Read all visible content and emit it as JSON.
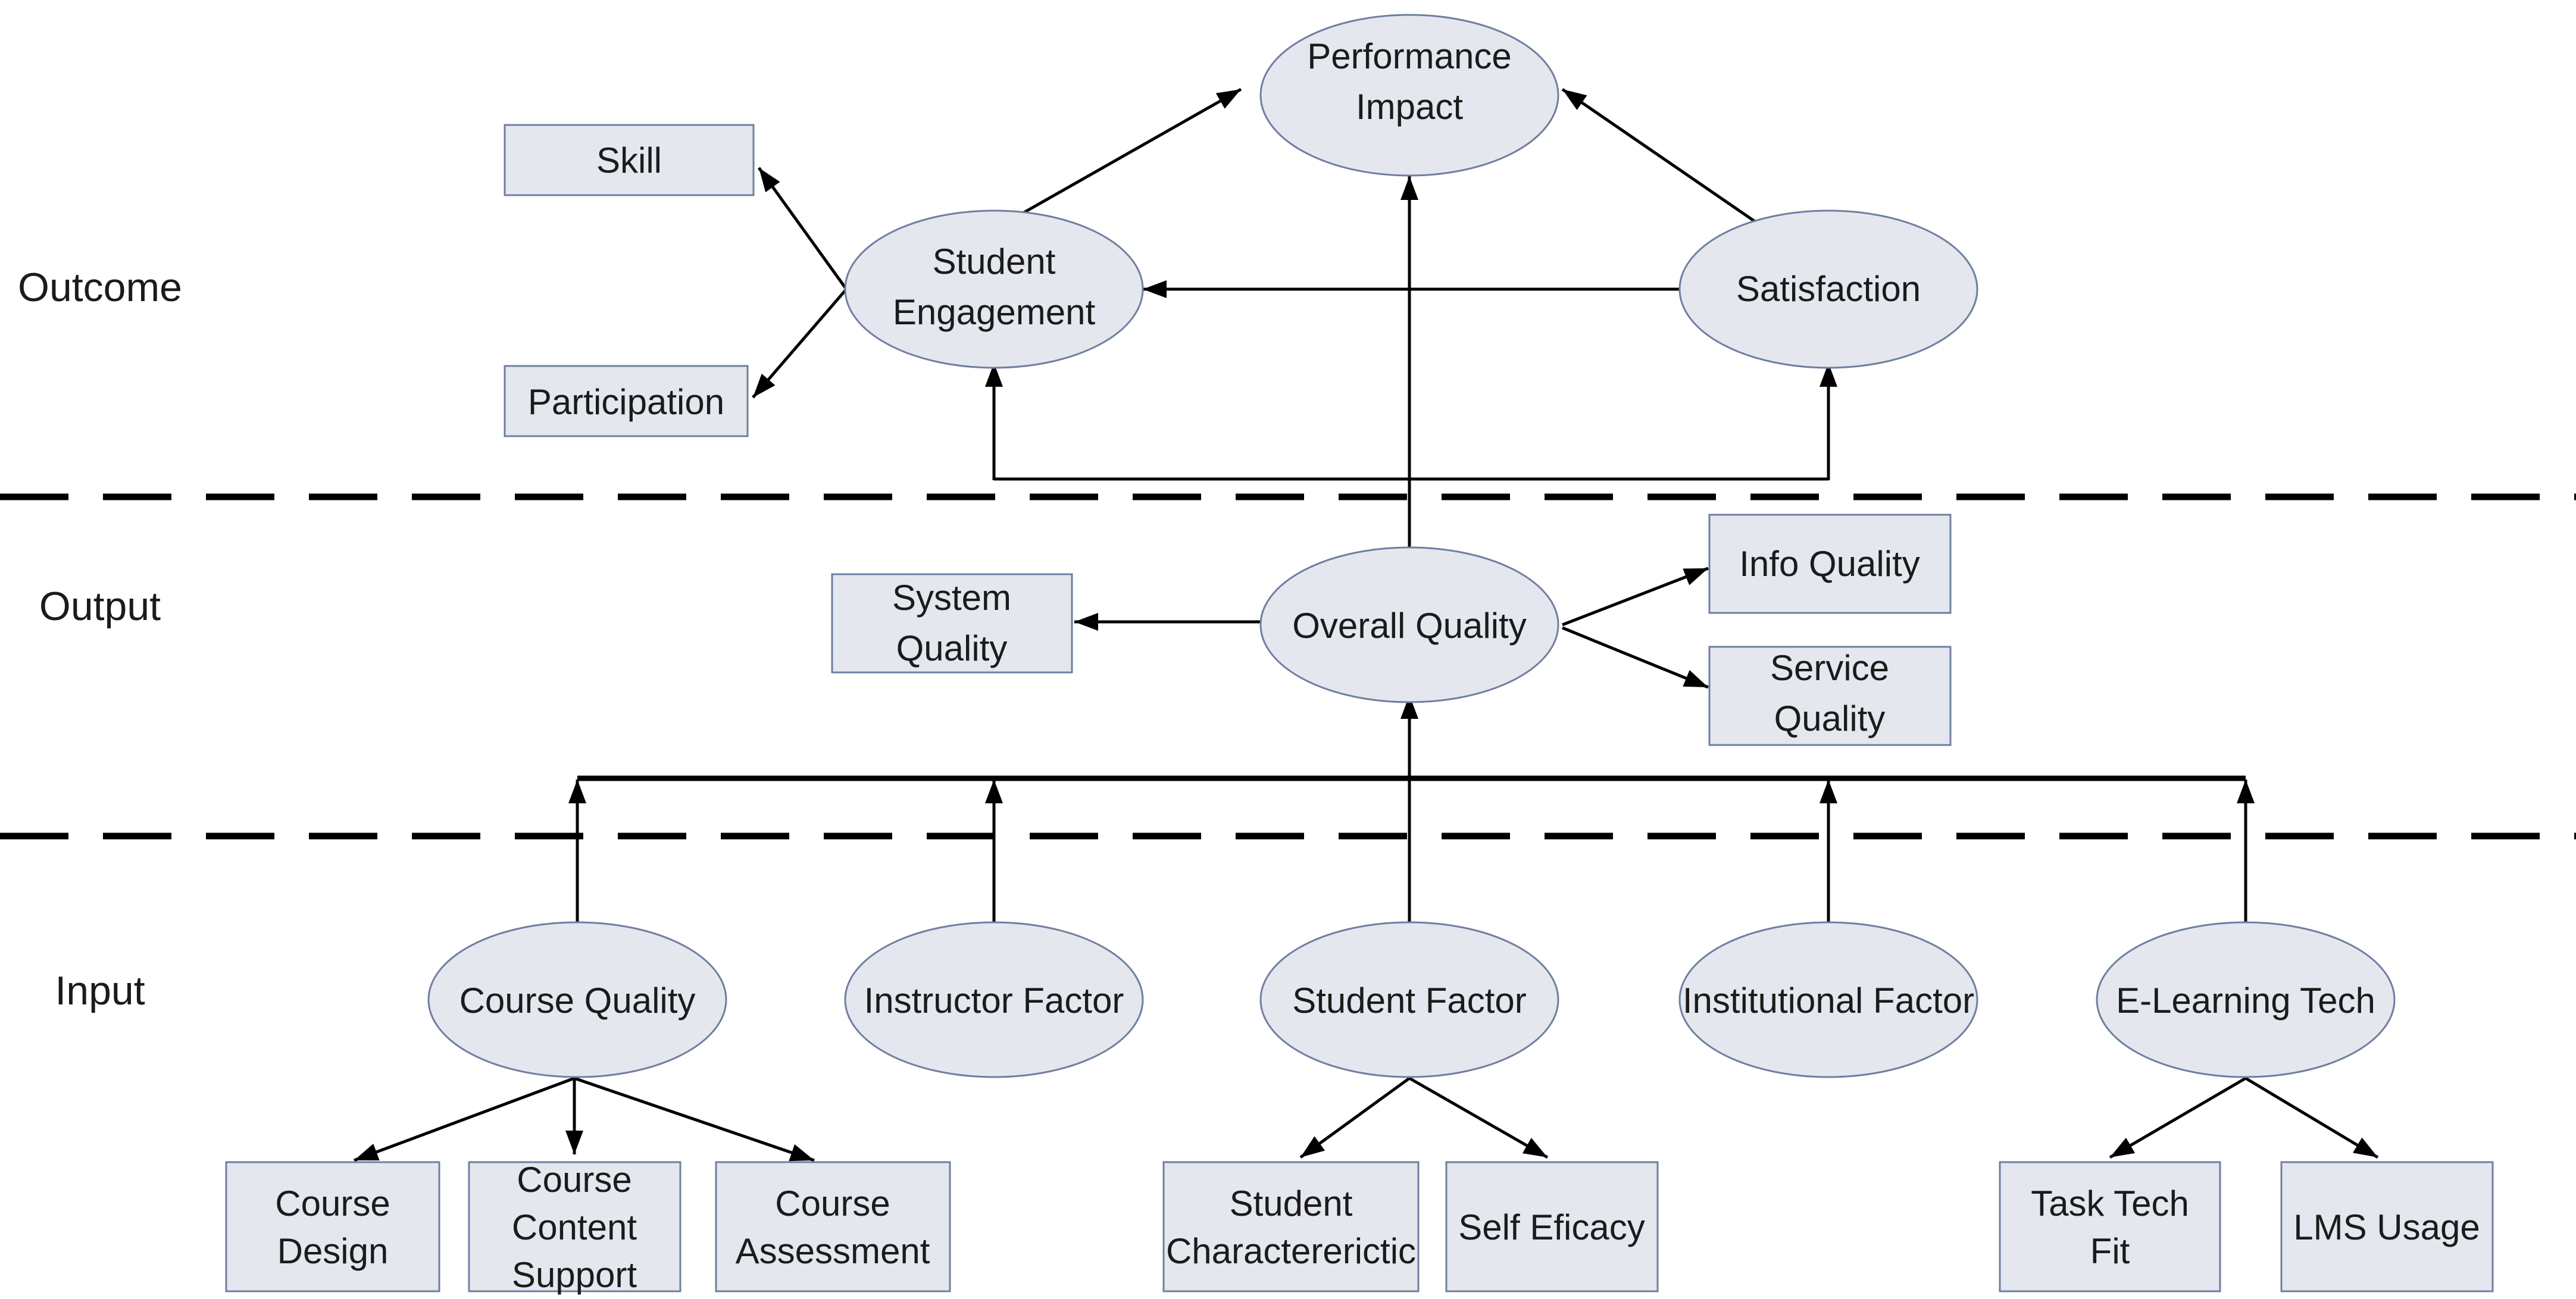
{
  "layers": {
    "outcome": "Outcome",
    "output": "Output",
    "input": "Input"
  },
  "nodes": {
    "performance_impact": [
      "Performance",
      "Impact"
    ],
    "student_engagement": [
      "Student",
      "Engagement"
    ],
    "satisfaction": [
      "Satisfaction"
    ],
    "skill": [
      "Skill"
    ],
    "participation": [
      "Participation"
    ],
    "overall_quality": [
      "Overall Quality"
    ],
    "system_quality": [
      "System",
      "Quality"
    ],
    "info_quality": [
      "Info Quality"
    ],
    "service_quality": [
      "Service",
      "Quality"
    ],
    "course_quality": [
      "Course Quality"
    ],
    "instructor_factor": [
      "Instructor Factor"
    ],
    "student_factor": [
      "Student Factor"
    ],
    "institutional_factor": [
      "Institutional Factor"
    ],
    "elearning_tech": [
      "E-Learning Tech"
    ],
    "course_design": [
      "Course",
      "Design"
    ],
    "course_content_support": [
      "Course",
      "Content",
      "Support"
    ],
    "course_assessment": [
      "Course",
      "Assessment"
    ],
    "student_characteristic": [
      "Student",
      "Charactererictic"
    ],
    "self_efficacy": [
      "Self Eficacy"
    ],
    "task_tech_fit": [
      "Task Tech",
      "Fit"
    ],
    "lms_usage": [
      "LMS Usage"
    ]
  }
}
